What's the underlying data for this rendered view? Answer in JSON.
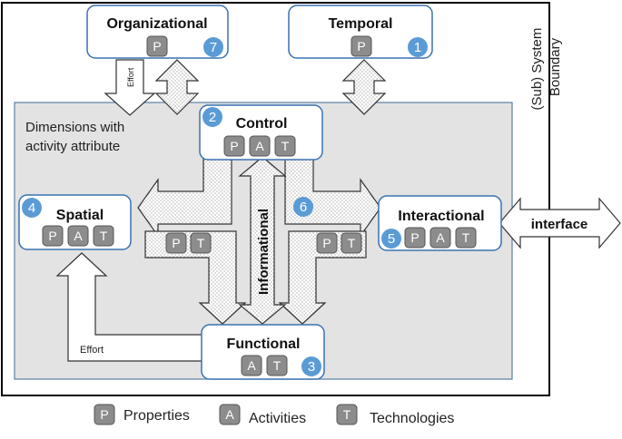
{
  "colors": {
    "badge_fill": "#8c8c8c",
    "badge_stroke": "#555555",
    "number_fill": "#5b9bd5",
    "node_stroke": "#3a72b0",
    "inner_fill": "#e3e3e3",
    "inner_stroke": "#5a7fa8"
  },
  "boundary_label": [
    "(Sub) System",
    "Boundary"
  ],
  "inner_label": [
    "Dimensions with",
    "activity attribute"
  ],
  "nodes": {
    "organizational": {
      "title": "Organizational",
      "badges": [
        "P"
      ],
      "number": "7"
    },
    "temporal": {
      "title": "Temporal",
      "badges": [
        "P"
      ],
      "number": "1"
    },
    "control": {
      "title": "Control",
      "badges": [
        "P",
        "A",
        "T"
      ],
      "number": "2"
    },
    "spatial": {
      "title": "Spatial",
      "badges": [
        "P",
        "A",
        "T"
      ],
      "number": "4"
    },
    "interactional": {
      "title": "Interactional",
      "badges": [
        "P",
        "A",
        "T"
      ],
      "number": "5"
    },
    "functional": {
      "title": "Functional",
      "badges": [
        "A",
        "T"
      ],
      "number": "3"
    }
  },
  "connector_badges": {
    "left": [
      "P",
      "T"
    ],
    "right": [
      "P",
      "T"
    ]
  },
  "connector_number": "6",
  "informational_label": "Informational",
  "effort_top_label": "Effort",
  "effort_bottom_label": "Effort",
  "interface_label": "interface",
  "legend": [
    {
      "badge": "P",
      "label": "Properties"
    },
    {
      "badge": "A",
      "label": "Activities"
    },
    {
      "badge": "T",
      "label": "Technologies"
    }
  ]
}
